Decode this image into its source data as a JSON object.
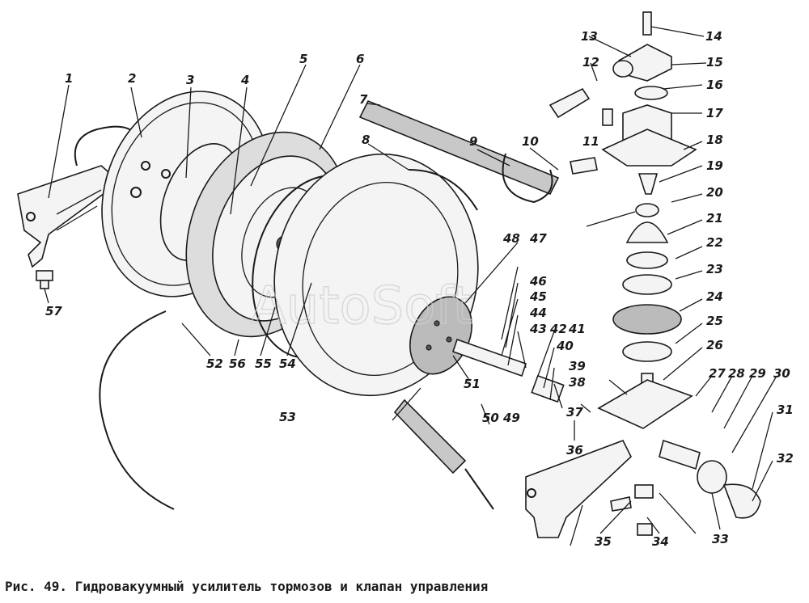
{
  "caption": "Рис. 49. Гидровакуумный усилитель тормозов и клапан управления",
  "watermark": "AutoSoft",
  "colors": {
    "ink": "#1a1a1a",
    "paper": "#ffffff",
    "watermark": "#cfcfcf"
  },
  "labels": [
    "1",
    "2",
    "3",
    "4",
    "5",
    "6",
    "7",
    "8",
    "9",
    "10",
    "11",
    "12",
    "13",
    "14",
    "15",
    "16",
    "17",
    "18",
    "19",
    "20",
    "21",
    "22",
    "23",
    "24",
    "25",
    "26",
    "27",
    "28",
    "29",
    "30",
    "31",
    "32",
    "33",
    "34",
    "35",
    "36",
    "37",
    "38",
    "39",
    "40",
    "41",
    "42",
    "43",
    "44",
    "45",
    "46",
    "47",
    "48",
    "49",
    "50",
    "51",
    "52",
    "53",
    "54",
    "55",
    "56",
    "57"
  ]
}
